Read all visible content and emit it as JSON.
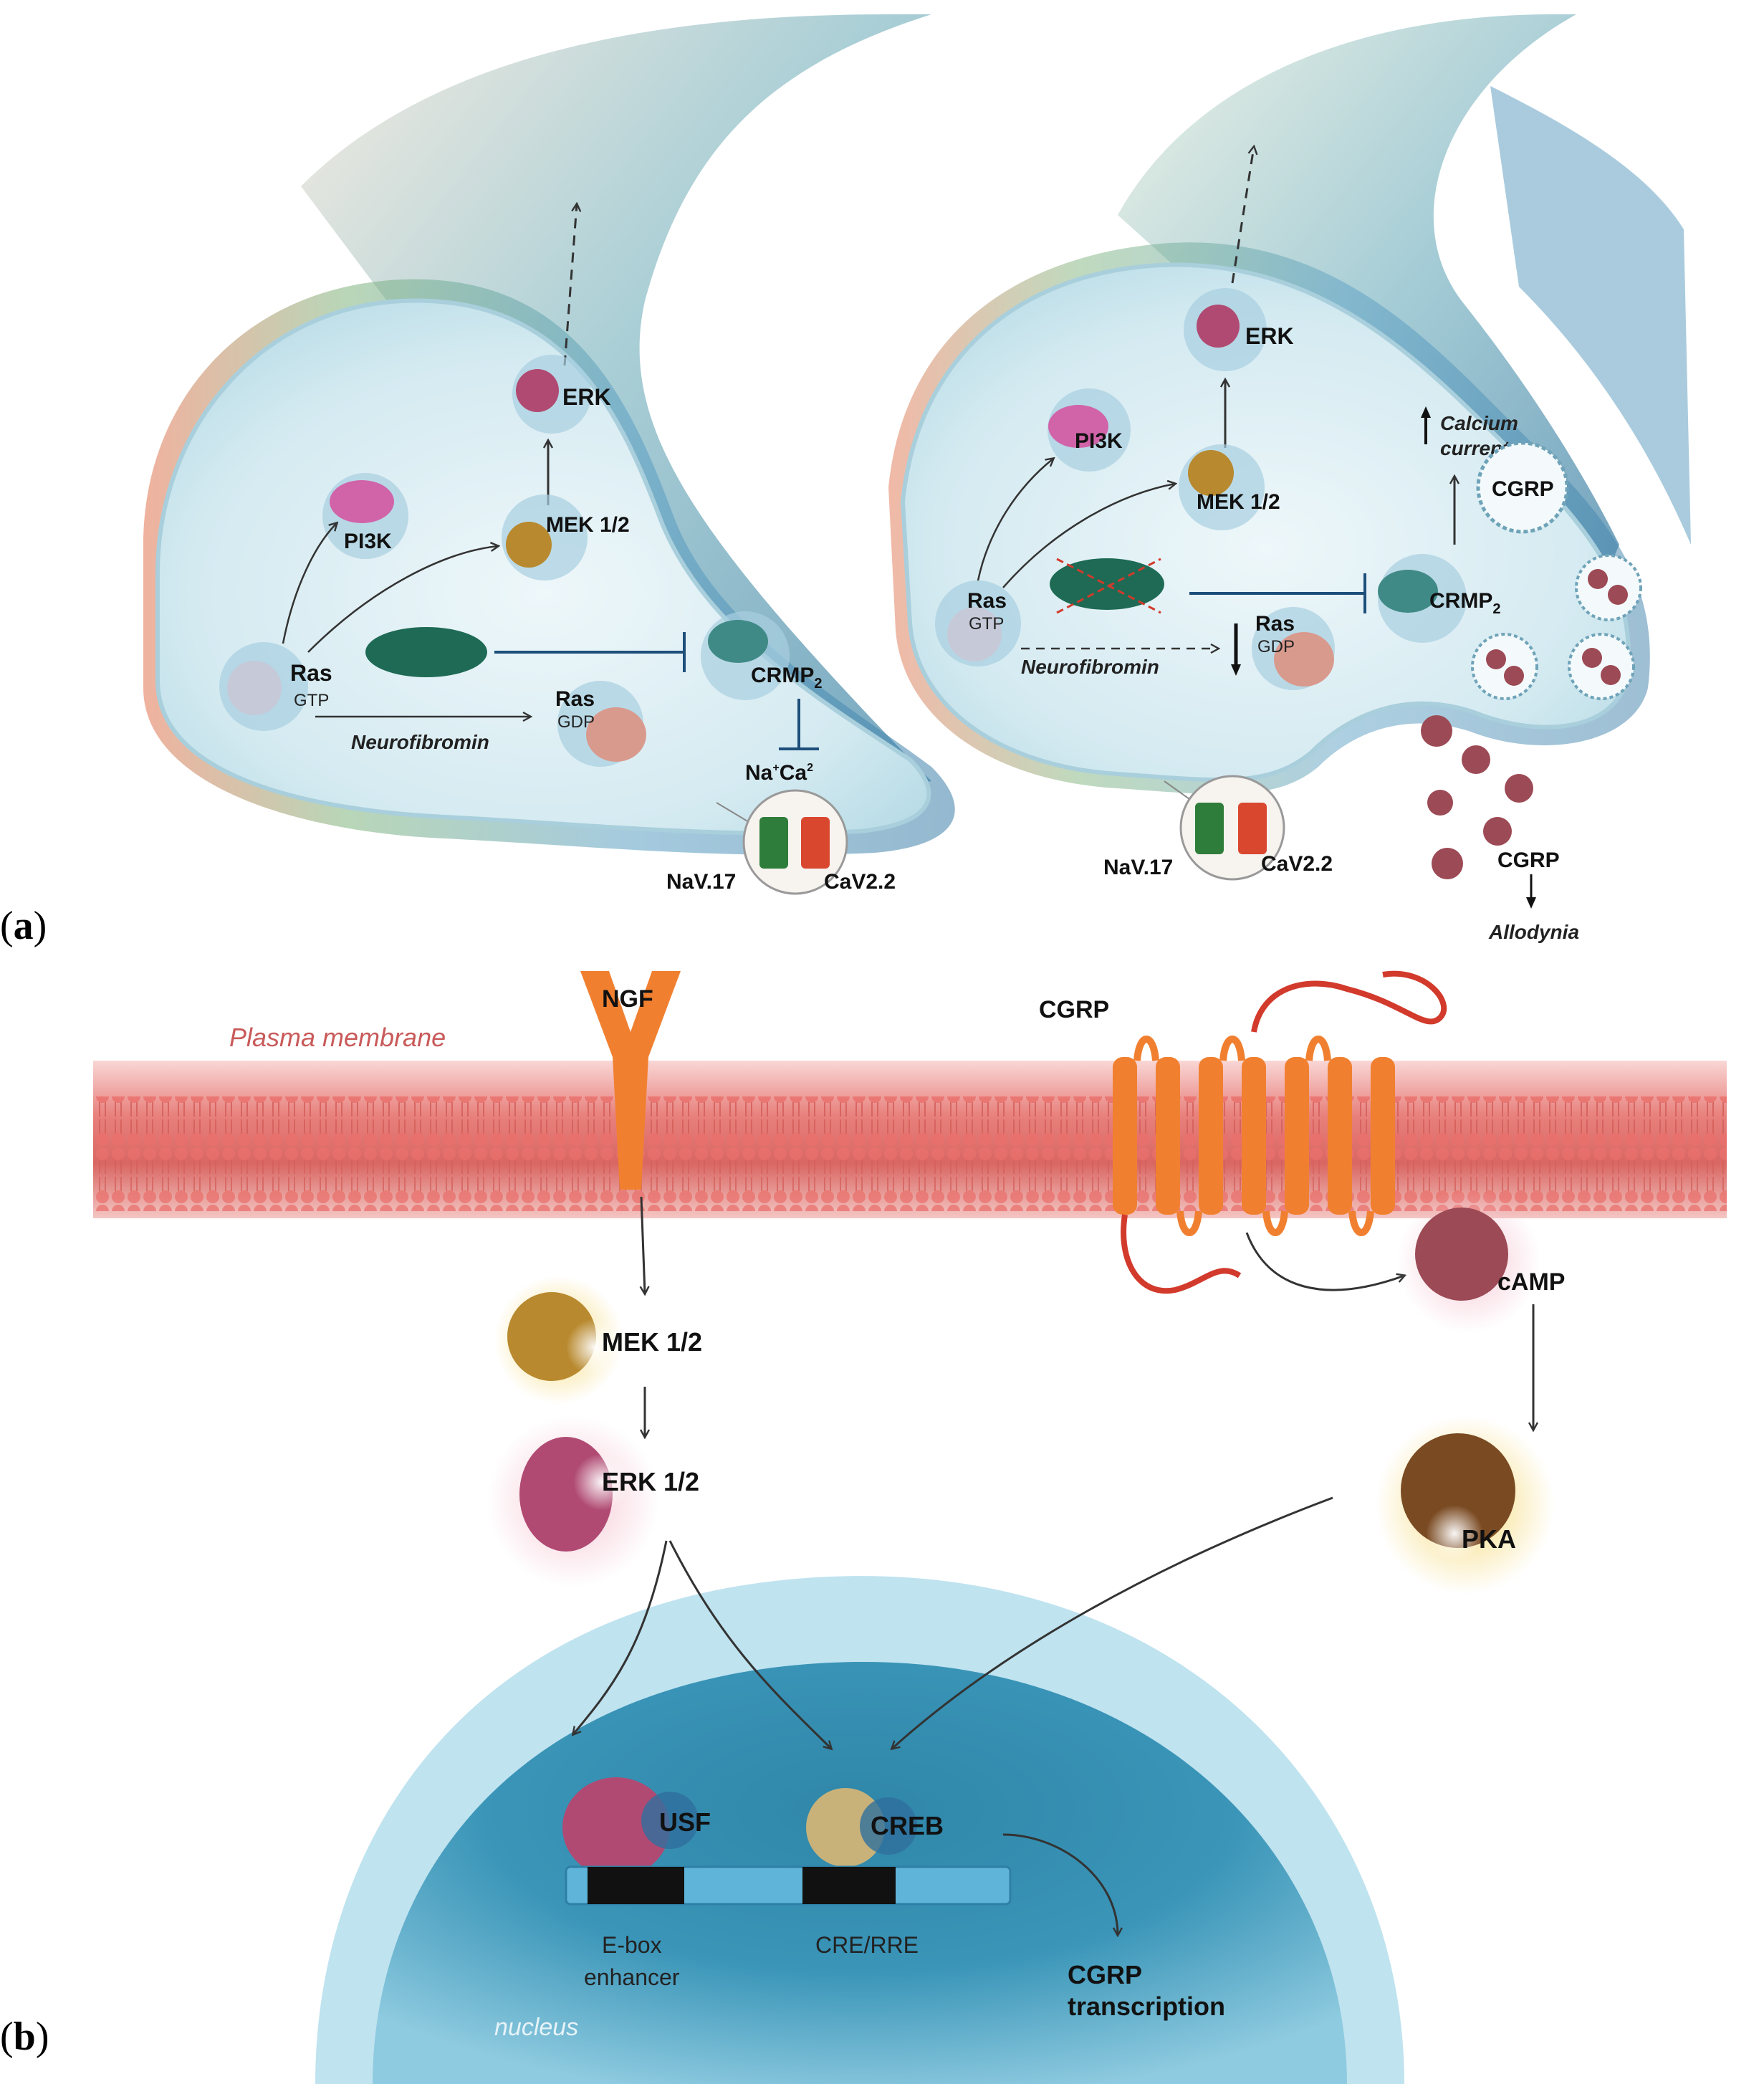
{
  "panel_a": {
    "tag_open": "(",
    "tag_letter": "a",
    "tag_close": ")",
    "left": {
      "erk": "ERK",
      "pi3k": "PI3K",
      "mek": "MEK 1/2",
      "ras": "Ras",
      "gtp": "GTP",
      "ras_gdp": "Ras",
      "gdp": "GDP",
      "neurofibromin": "Neurofibromin",
      "crmp": "CRMP",
      "crmp_sub": "2",
      "na": "Na",
      "na_sup": "+",
      "ca": "Ca",
      "ca_sup": "2",
      "nav": "NaV.17",
      "cav": "CaV2.2"
    },
    "right": {
      "erk": "ERK",
      "pi3k": "PI3K",
      "mek": "MEK 1/2",
      "ras": "Ras",
      "gtp": "GTP",
      "ras_gdp": "Ras",
      "gdp": "GDP",
      "neurofibromin": "Neurofibromin",
      "crmp": "CRMP",
      "crmp_sub": "2",
      "calcium_line1": "Calcium",
      "calcium_line2": "currents",
      "cgrp_vesicle": "CGRP",
      "nav": "NaV.17",
      "cav": "CaV2.2",
      "cgrp_release": "CGRP",
      "allodynia": "Allodynia"
    }
  },
  "panel_b": {
    "tag_open": "(",
    "tag_letter": "b",
    "tag_close": ")",
    "plasma_membrane": "Plasma membrane",
    "ngf": "NGF",
    "cgrp_receptor": "CGRP",
    "camp": "cAMP",
    "mek": "MEK 1/2",
    "erk": "ERK 1/2",
    "pka": "PKA",
    "usf": "USF",
    "creb": "CREB",
    "ebox_line1": "E-box",
    "ebox_line2": "enhancer",
    "cre": "CRE/RRE",
    "transcription_line1": "CGRP",
    "transcription_line2": "transcription",
    "nucleus": "nucleus"
  },
  "colors": {
    "neuron_fill": "#d8ecf2",
    "membrane": "#e57373",
    "receptor_orange": "#f08030",
    "nucleus_blue": "#3f93b5",
    "erk_pink": "#b04a72",
    "mek_gold": "#b8892e",
    "crmp_teal": "#3f8a86",
    "neurofibromin_green": "#1e6a55",
    "nav_green": "#2f7d3a",
    "cav_red": "#d9472f"
  }
}
